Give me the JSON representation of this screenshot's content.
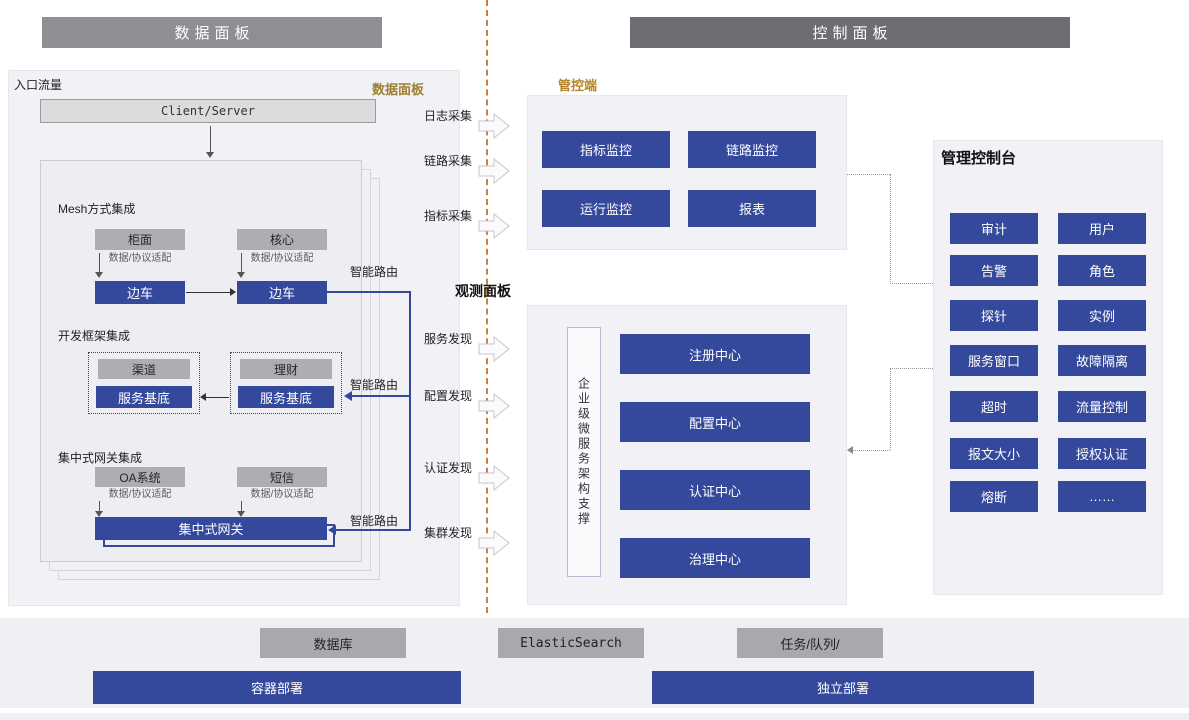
{
  "headers": {
    "left": "数据面板",
    "right": "控制面板"
  },
  "data_panel": {
    "entry_label": "入口流量",
    "corner_label": "数据面板",
    "client_server": "Client/Server",
    "mesh_title": "Mesh方式集成",
    "mesh_left_top": "柜面",
    "mesh_right_top": "核心",
    "adapter": "数据/协议适配",
    "sidecar": "边车",
    "framework_title": "开发框架集成",
    "fw_left_top": "渠道",
    "fw_right_top": "理财",
    "service_base": "服务基底",
    "gateway_title": "集中式网关集成",
    "gw_left_top": "OA系统",
    "gw_right_top": "短信",
    "gateway_box": "集中式网关",
    "smart_routing": "智能路由"
  },
  "flows": {
    "log": "日志采集",
    "trace": "链路采集",
    "metric": "指标采集",
    "observe_title": "观测面板",
    "service": "服务发现",
    "config": "配置发现",
    "auth": "认证发现",
    "cluster": "集群发现"
  },
  "control": {
    "label": "管控端",
    "buttons": [
      "指标监控",
      "链路监控",
      "运行监控",
      "报表"
    ],
    "support": "企业级微服务架构支撑",
    "centers": [
      "注册中心",
      "配置中心",
      "认证中心",
      "治理中心"
    ]
  },
  "console": {
    "title": "管理控制台",
    "buttons": [
      "审计",
      "用户",
      "告警",
      "角色",
      "探针",
      "实例",
      "服务窗口",
      "故障隔离",
      "超时",
      "流量控制",
      "报文大小",
      "授权认证",
      "熔断",
      "……"
    ]
  },
  "infra": {
    "gray": [
      "数据库",
      "ElasticSearch",
      "任务/队列/"
    ],
    "blue": [
      "容器部署",
      "独立部署"
    ]
  },
  "colors": {
    "blue": "#35499c",
    "gold": "#a27e2c",
    "divider": "#c8813f"
  }
}
